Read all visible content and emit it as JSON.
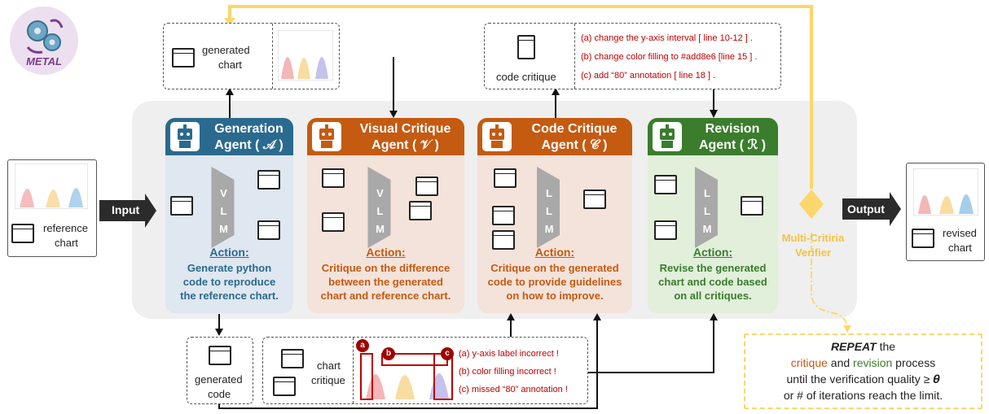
{
  "logo": {
    "text": "METAL"
  },
  "input_label": "Input",
  "output_label": "Output",
  "reference": {
    "line1": "reference",
    "line2": "chart"
  },
  "revised": {
    "line1": "revised",
    "line2": "chart"
  },
  "gen_chart": {
    "line1": "generated",
    "line2": "chart"
  },
  "gen_code": {
    "line1": "generated",
    "line2": "code"
  },
  "chart_critique": {
    "line1": "chart",
    "line2": "critique",
    "items": [
      "(a) y-axis label incorrect !",
      "(b) color filling incorrect !",
      "(c) missed “80” annotation !"
    ],
    "markers": [
      "a",
      "b",
      "c"
    ]
  },
  "code_critique": {
    "label": "code critique",
    "items": [
      "(a) change the y-axis interval  [ line 10-12 ] .",
      "(b) change color filling to #add8e6  [line 15 ] .",
      "(c)  add “80” annotation [ line 18 ] ."
    ]
  },
  "agents": [
    {
      "title1": "Generation",
      "title2": "Agent ( 𝒜 )",
      "model": "VLM",
      "action_head": "Action:",
      "action_lines": [
        "Generate python",
        "code to reproduce",
        "the reference chart."
      ],
      "color": "#2a6a8e",
      "bg": "#dfe7f1",
      "action_color": "#2a6a8e"
    },
    {
      "title1": "Visual Critique",
      "title2": "Agent ( 𝒱 )",
      "model": "VLM",
      "action_head": "Action:",
      "action_lines": [
        "Critique on the difference",
        "between the generated",
        "chart and reference chart."
      ],
      "color": "#c55a11",
      "bg": "#f4e3da",
      "action_color": "#c55a11"
    },
    {
      "title1": "Code Critique",
      "title2": "Agent ( 𝒞 )",
      "model": "LLM",
      "action_head": "Action:",
      "action_lines": [
        "Critique on the generated",
        "code to provide guidelines",
        "on how to improve."
      ],
      "color": "#c55a11",
      "bg": "#f4e3da",
      "action_color": "#c55a11"
    },
    {
      "title1": "Revision",
      "title2": "Agent ( ℛ )",
      "model": "LLM",
      "action_head": "Action:",
      "action_lines": [
        "Revise the generated",
        "chart and code based",
        "on all critiques."
      ],
      "color": "#3a7d2c",
      "bg": "#e2efdb",
      "action_color": "#3a7d2c"
    }
  ],
  "verifier": {
    "line1": "Multi-Critiria",
    "line2": "Verifier",
    "color": "#f5c242"
  },
  "repeat": {
    "word_repeat": "REPEAT",
    "the": " the",
    "critique": "critique",
    "and": " and ",
    "revision": "revision",
    "process": " process",
    "line3": "until the verification quality ≥ 𝜽",
    "line4": "or # of iterations reach the limit."
  },
  "colors": {
    "gray_arrow": "#bfbfbf",
    "dark_arrow": "#333333",
    "critique_red": "#c00000",
    "yellow": "#fcd66a"
  }
}
